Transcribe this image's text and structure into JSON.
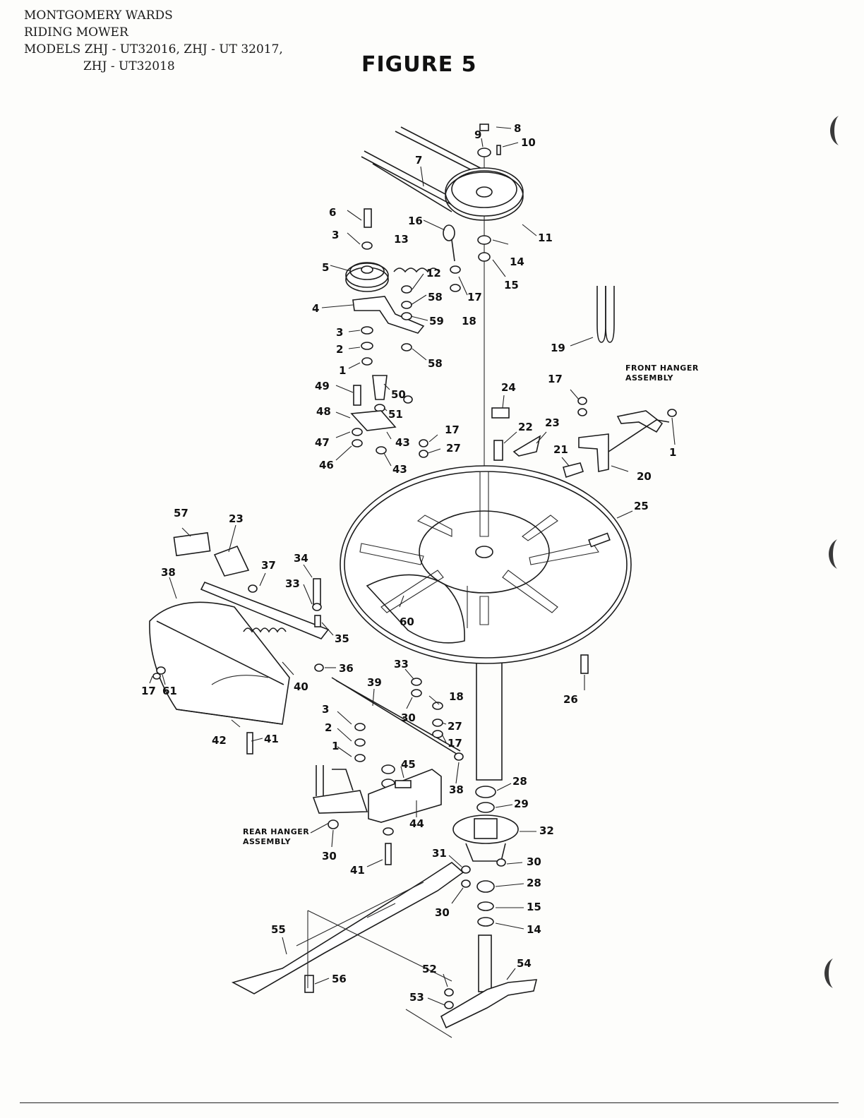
{
  "header": {
    "line1": "MONTGOMERY WARDS",
    "line2": "RIDING MOWER",
    "line3": "MODELS ZHJ - UT32016, ZHJ - UT 32017,",
    "line4": "ZHJ - UT32018"
  },
  "figure_title": "FIGURE 5",
  "assembly_labels": {
    "front_hanger_1": "FRONT HANGER",
    "front_hanger_2": "ASSEMBLY",
    "rear_hanger_1": "REAR HANGER",
    "rear_hanger_2": "ASSEMBLY"
  },
  "callouts": [
    "1",
    "2",
    "3",
    "4",
    "5",
    "6",
    "7",
    "8",
    "9",
    "10",
    "11",
    "12",
    "13",
    "14",
    "15",
    "16",
    "17",
    "18",
    "19",
    "20",
    "21",
    "22",
    "23",
    "24",
    "25",
    "26",
    "27",
    "28",
    "29",
    "30",
    "31",
    "32",
    "33",
    "34",
    "35",
    "36",
    "37",
    "38",
    "39",
    "40",
    "41",
    "42",
    "43",
    "44",
    "45",
    "46",
    "47",
    "48",
    "49",
    "50",
    "51",
    "52",
    "53",
    "54",
    "55",
    "56",
    "57",
    "58",
    "59",
    "60",
    "61"
  ]
}
